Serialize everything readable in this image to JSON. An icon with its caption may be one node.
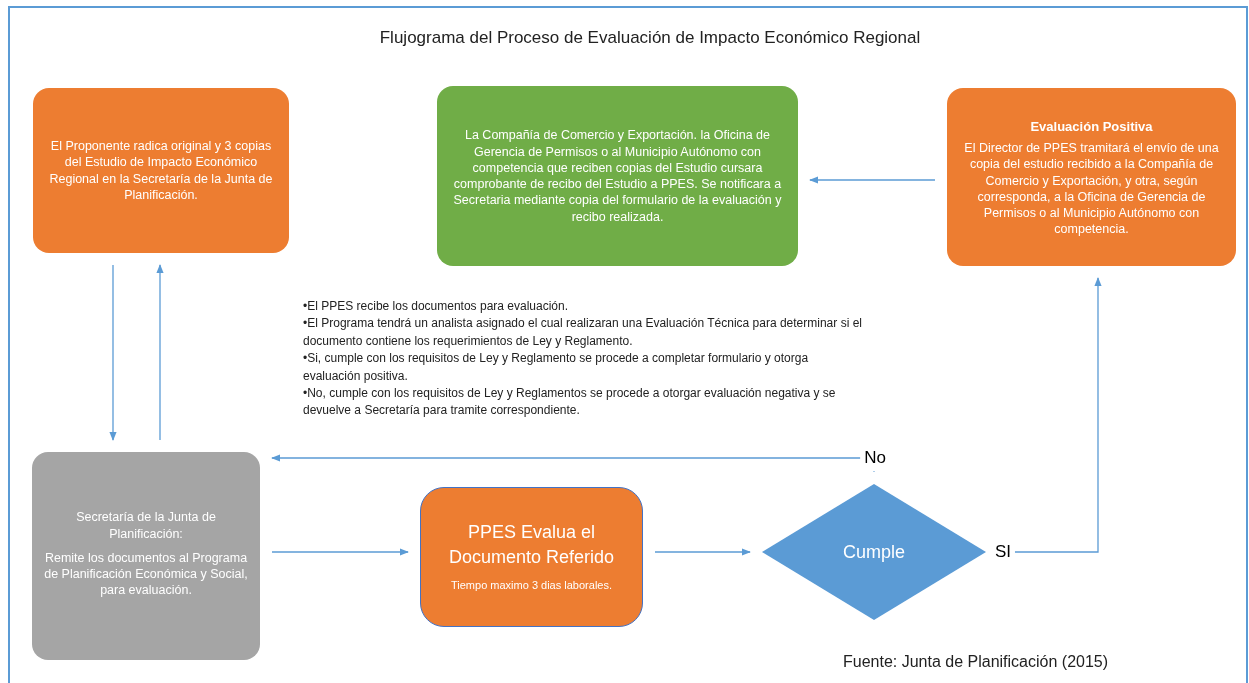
{
  "diagram": {
    "title": "Flujograma del Proceso de Evaluación de Impacto Económico Regional",
    "caption": "Fuente:  Junta de Planificación (2015)",
    "nodes": [
      {
        "text": [
          "El Proponente radica original y 3 copias del Estudio de Impacto Económico Regional en la Secretaría de la Junta de Planificación."
        ]
      },
      {
        "text": [
          "La Compañía de Comercio y Exportación. la Oficina de Gerencia de Permisos o al Municipio Autónomo con competencia que reciben copias del Estudio cursara comprobante de recibo del Estudio a PPES. Se notificara a Secretaria mediante copia del formulario de la evaluación y recibo realizada."
        ]
      },
      {
        "text": [
          "Evaluación Positiva",
          "El Director de PPES tramitará el envío de  una copia del estudio recibido a la Compañía de Comercio y Exportación, y otra, según corresponda, a la Oficina de Gerencia de Permisos o al Municipio Autónomo con competencia."
        ]
      },
      {
        "text": [
          "Secretaría de la Junta de Planificación:",
          "Remite los documentos al Programa de Planificación Económica y Social, para evaluación."
        ]
      },
      {
        "text": [
          "PPES Evalua el Documento Referido",
          "Tiempo maximo 3 dias laborales."
        ]
      },
      {
        "text": [
          "Cumple"
        ]
      }
    ],
    "edges": [
      {
        "from": 0,
        "to": 3,
        "arrow": "to"
      },
      {
        "from": 3,
        "to": 0,
        "arrow": "to"
      },
      {
        "from": 3,
        "to": 4,
        "arrow": "to"
      },
      {
        "from": 4,
        "to": 5,
        "arrow": "to"
      },
      {
        "from": 5,
        "to": 2,
        "arrow": "to",
        "label": "SI"
      },
      {
        "from": 5,
        "to": 3,
        "arrow": "to",
        "label": "No"
      },
      {
        "from": 2,
        "to": 1,
        "arrow": "to"
      }
    ],
    "labels": [
      "•El PPES recibe los documentos para evaluación.",
      "•El Programa tendrá un analista asignado el cual realizaran una Evaluación Técnica para determinar si el documento contiene los requerimientos de Ley y Reglamento.",
      "•Si, cumple con los requisitos de Ley y Reglamento se procede a completar formulario y otorga evaluación positiva.",
      "•No, cumple con los requisitos de Ley y Reglamentos se procede a otorgar evaluación negativa y se devuelve a Secretaría para tramite correspondiente."
    ]
  }
}
